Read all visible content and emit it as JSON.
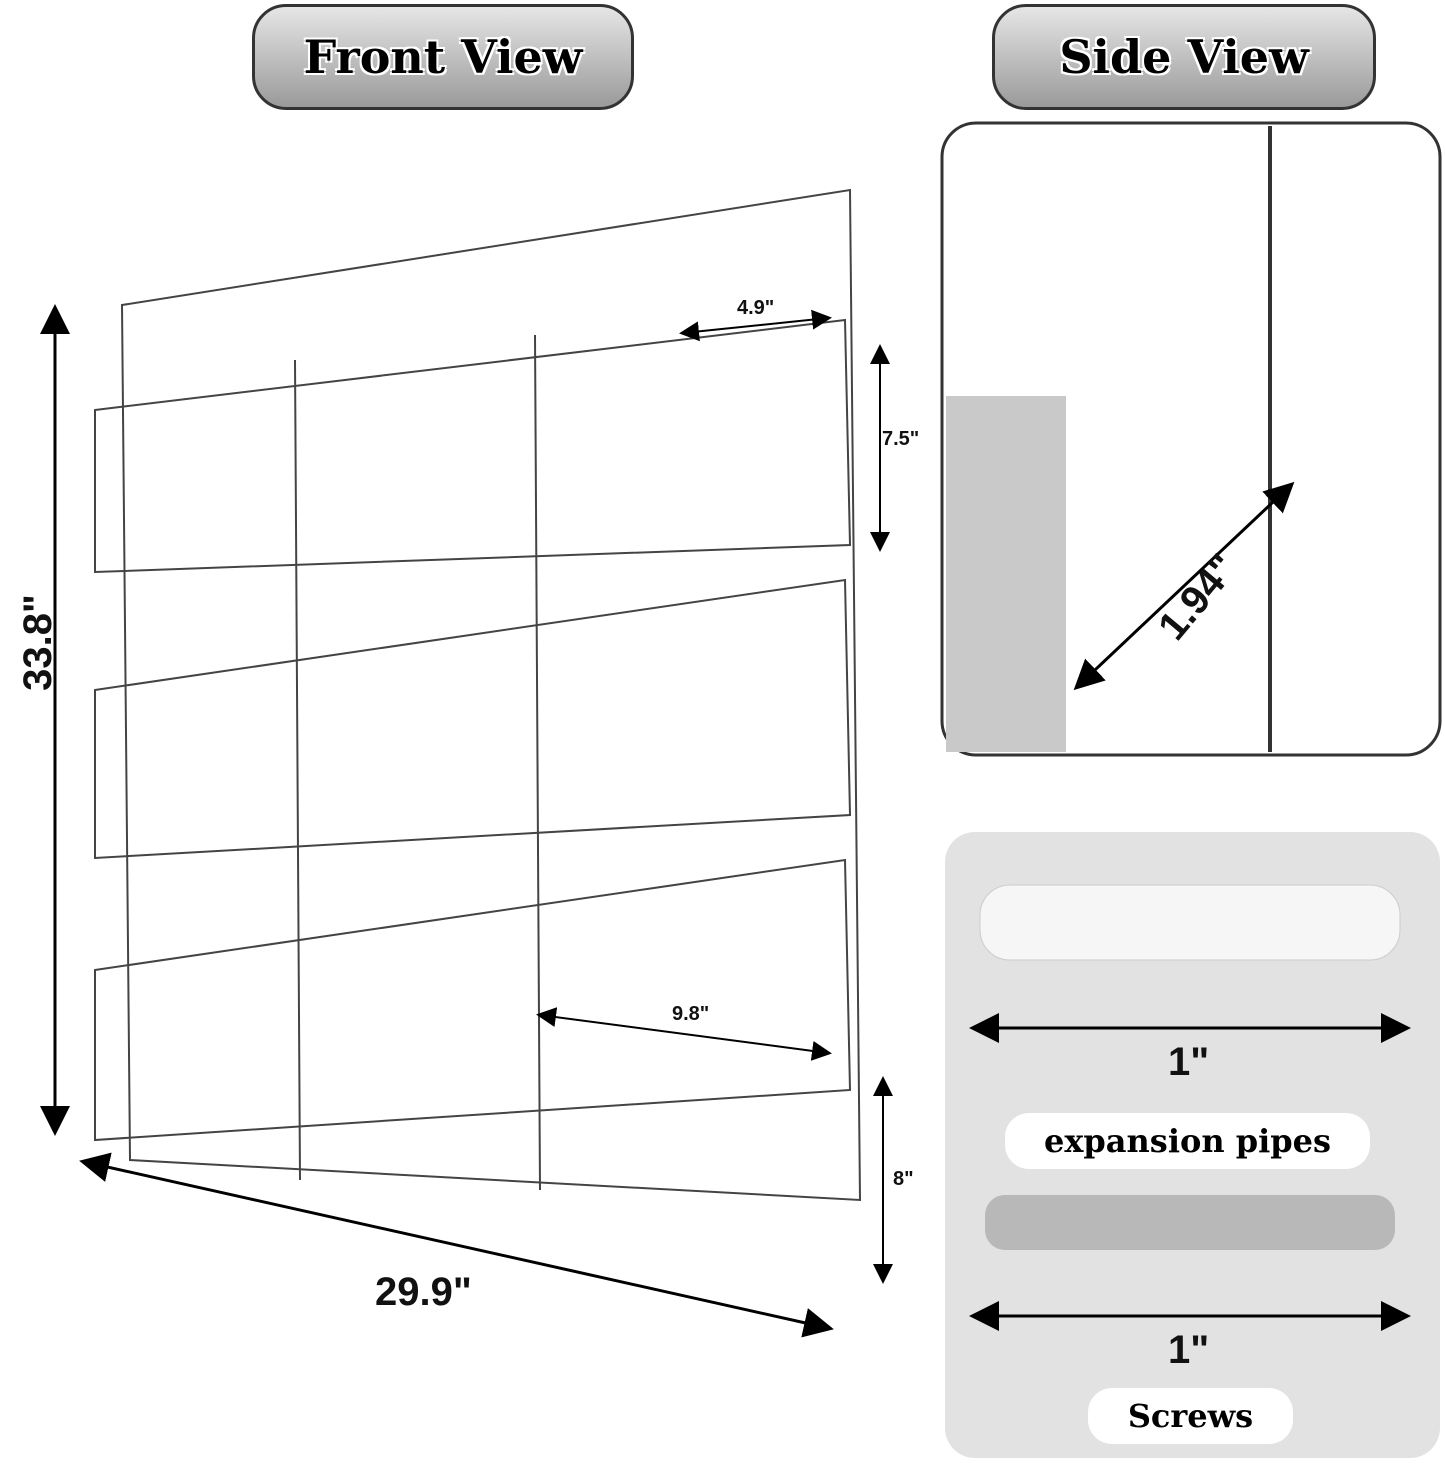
{
  "headings": {
    "front": "Front View",
    "side": "Side View"
  },
  "dimensions": {
    "height": "33.8\"",
    "width": "29.9\"",
    "pocket_small_width": "4.9\"",
    "pocket_small_height": "7.5\"",
    "pocket_large_width": "9.8\"",
    "pocket_large_height": "8\"",
    "depth": "1.94\""
  },
  "hardware": {
    "pipe_length": "1\"",
    "pipe_label": "expansion pipes",
    "screw_length": "1\"",
    "screw_label": "Screws"
  }
}
